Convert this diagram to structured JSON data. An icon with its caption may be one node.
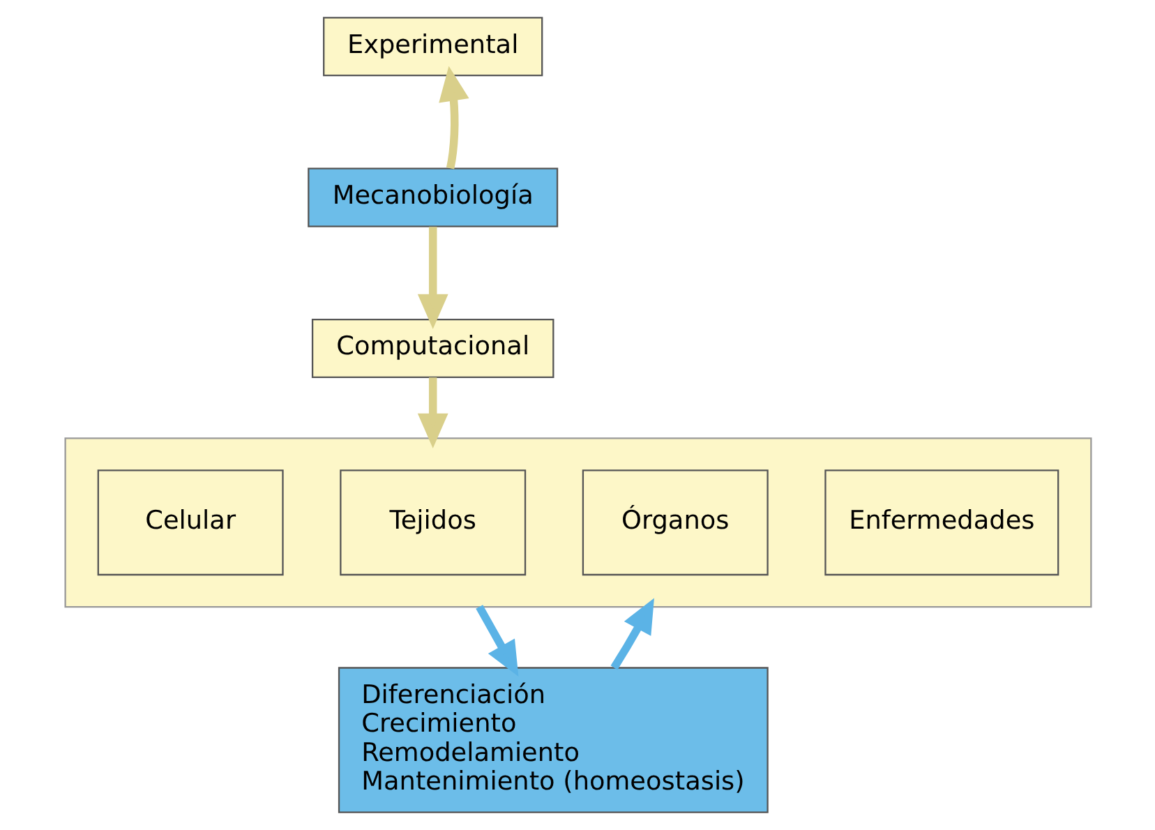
{
  "diagram": {
    "nodes": [
      {
        "text": [
          "Experimental"
        ]
      },
      {
        "text": [
          "Mecanobiología"
        ]
      },
      {
        "text": [
          "Computacional"
        ]
      },
      {
        "text": [],
        "shape": "box"
      },
      {
        "text": [
          "Celular"
        ],
        "in": 3
      },
      {
        "text": [
          "Tejidos"
        ],
        "in": 3
      },
      {
        "text": [
          "Órganos"
        ],
        "in": 3
      },
      {
        "text": [
          "Enfermedades"
        ],
        "in": 3
      },
      {
        "text": [
          "Diferenciación",
          "Crecimiento",
          "Remodelamiento",
          "Mantenimiento (homeostasis)"
        ]
      }
    ],
    "edges": [
      {
        "from": 1,
        "to": 0,
        "arrow": "to"
      },
      {
        "from": 1,
        "to": 2,
        "arrow": "to"
      },
      {
        "from": 2,
        "to": 3,
        "arrow": "to"
      },
      {
        "from": 3,
        "to": 8,
        "arrow": "to",
        "color": "#5bb3e6"
      },
      {
        "from": 8,
        "to": 3,
        "arrow": "to",
        "color": "#5bb3e6"
      }
    ]
  }
}
